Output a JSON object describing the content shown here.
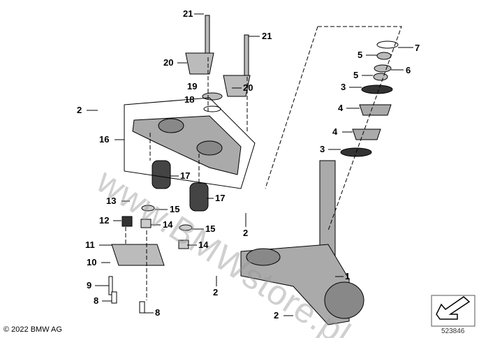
{
  "watermark": "www.BMWstore.pl",
  "copyright": "© 2022 BMW AG",
  "diagram_number": "523846",
  "callouts": [
    "21",
    "21",
    "20",
    "20",
    "19",
    "18",
    "2",
    "16",
    "17",
    "17",
    "13",
    "15",
    "12",
    "14",
    "15",
    "14",
    "2",
    "11",
    "10",
    "9",
    "8",
    "8",
    "7",
    "5",
    "6",
    "5",
    "3",
    "4",
    "4",
    "3",
    "1",
    "2",
    "2"
  ]
}
